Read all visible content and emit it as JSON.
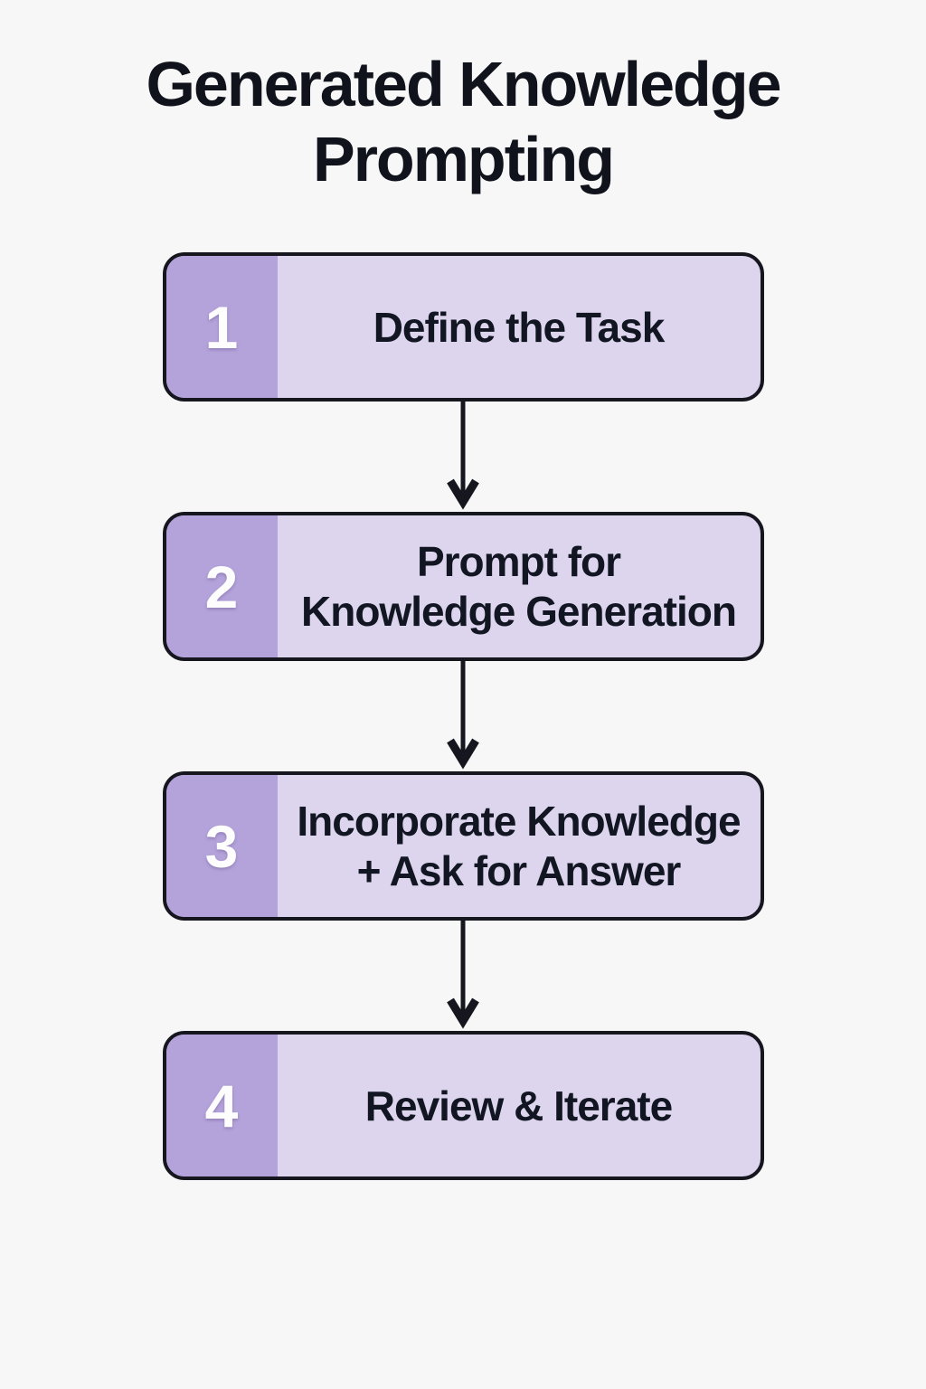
{
  "title": "Generated Knowledge\nPrompting",
  "colors": {
    "page_background": "#f7f7f8",
    "box_fill": "#ddd4ee",
    "number_panel_fill": "#b4a2da",
    "outline_and_arrows": "#16161f",
    "label_text": "#111622",
    "number_text": "#fdfdfd"
  },
  "steps": [
    {
      "number": "1",
      "label": "Define the Task"
    },
    {
      "number": "2",
      "label": "Prompt for\nKnowledge Generation"
    },
    {
      "number": "3",
      "label": "Incorporate Knowledge\n+ Ask for Answer"
    },
    {
      "number": "4",
      "label": "Review & Iterate"
    }
  ]
}
